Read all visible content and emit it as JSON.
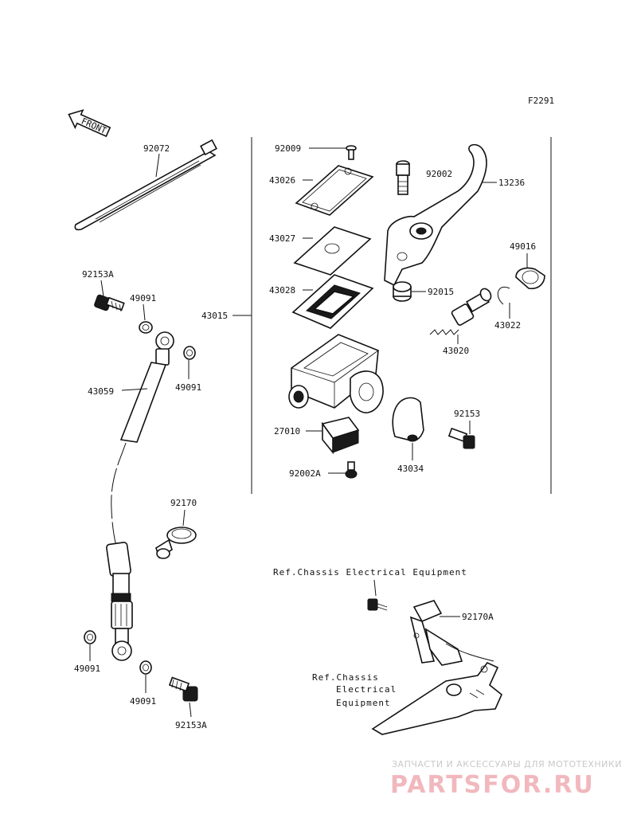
{
  "figure_code": "F2291",
  "front_label": "FRONT",
  "parts": {
    "p92072": "92072",
    "p92153A_top": "92153A",
    "p49091_a": "49091",
    "p49091_b": "49091",
    "p43059": "43059",
    "p92170": "92170",
    "p49091_c": "49091",
    "p49091_d": "49091",
    "p92153A_bot": "92153A",
    "p43015": "43015",
    "p92009": "92009",
    "p43026": "43026",
    "p43027": "43027",
    "p43028": "43028",
    "p27010": "27010",
    "p92002A": "92002A",
    "p92002": "92002",
    "p13236": "13236",
    "p49016": "49016",
    "p92015": "92015",
    "p43022": "43022",
    "p43020": "43020",
    "p92153": "92153",
    "p43034": "43034",
    "p92170A": "92170A"
  },
  "refs": {
    "ref1": "Ref.Chassis Electrical Equipment",
    "ref2_l1": "Ref.Chassis",
    "ref2_l2": "Electrical",
    "ref2_l3": "Equipment"
  },
  "watermark": {
    "tagline": "ЗАПЧАСТИ И АКСЕССУАРЫ ДЛЯ МОТОТЕХНИКИ",
    "logo": "PARTSFOR.RU"
  }
}
